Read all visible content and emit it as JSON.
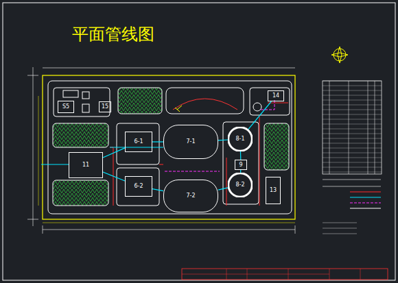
{
  "diagram": {
    "title": "平面管线图",
    "nodes": [
      {
        "text": [
          "S5"
        ]
      },
      {
        "text": [
          "15"
        ]
      },
      {
        "text": [
          "14"
        ]
      },
      {
        "text": [
          "6-1"
        ]
      },
      {
        "text": [
          "7-1"
        ]
      },
      {
        "text": [
          "8-1"
        ]
      },
      {
        "text": [
          "11"
        ]
      },
      {
        "text": [
          "9"
        ]
      },
      {
        "text": [
          "6-2"
        ]
      },
      {
        "text": [
          "7-2"
        ]
      },
      {
        "text": [
          "8-2"
        ]
      },
      {
        "text": [
          "13"
        ]
      }
    ],
    "edges": [
      {
        "from": 6,
        "to": 3,
        "arrow": "none"
      },
      {
        "from": 3,
        "to": 4,
        "arrow": "none"
      },
      {
        "from": 4,
        "to": 5,
        "arrow": "none"
      },
      {
        "from": 6,
        "to": 8,
        "arrow": "none"
      },
      {
        "from": 8,
        "to": 9,
        "arrow": "none"
      },
      {
        "from": 9,
        "to": 10,
        "arrow": "none"
      },
      {
        "from": 5,
        "to": 7,
        "arrow": "none"
      },
      {
        "from": 7,
        "to": 10,
        "arrow": "none"
      },
      {
        "from": 5,
        "to": 2,
        "arrow": "none"
      }
    ]
  }
}
